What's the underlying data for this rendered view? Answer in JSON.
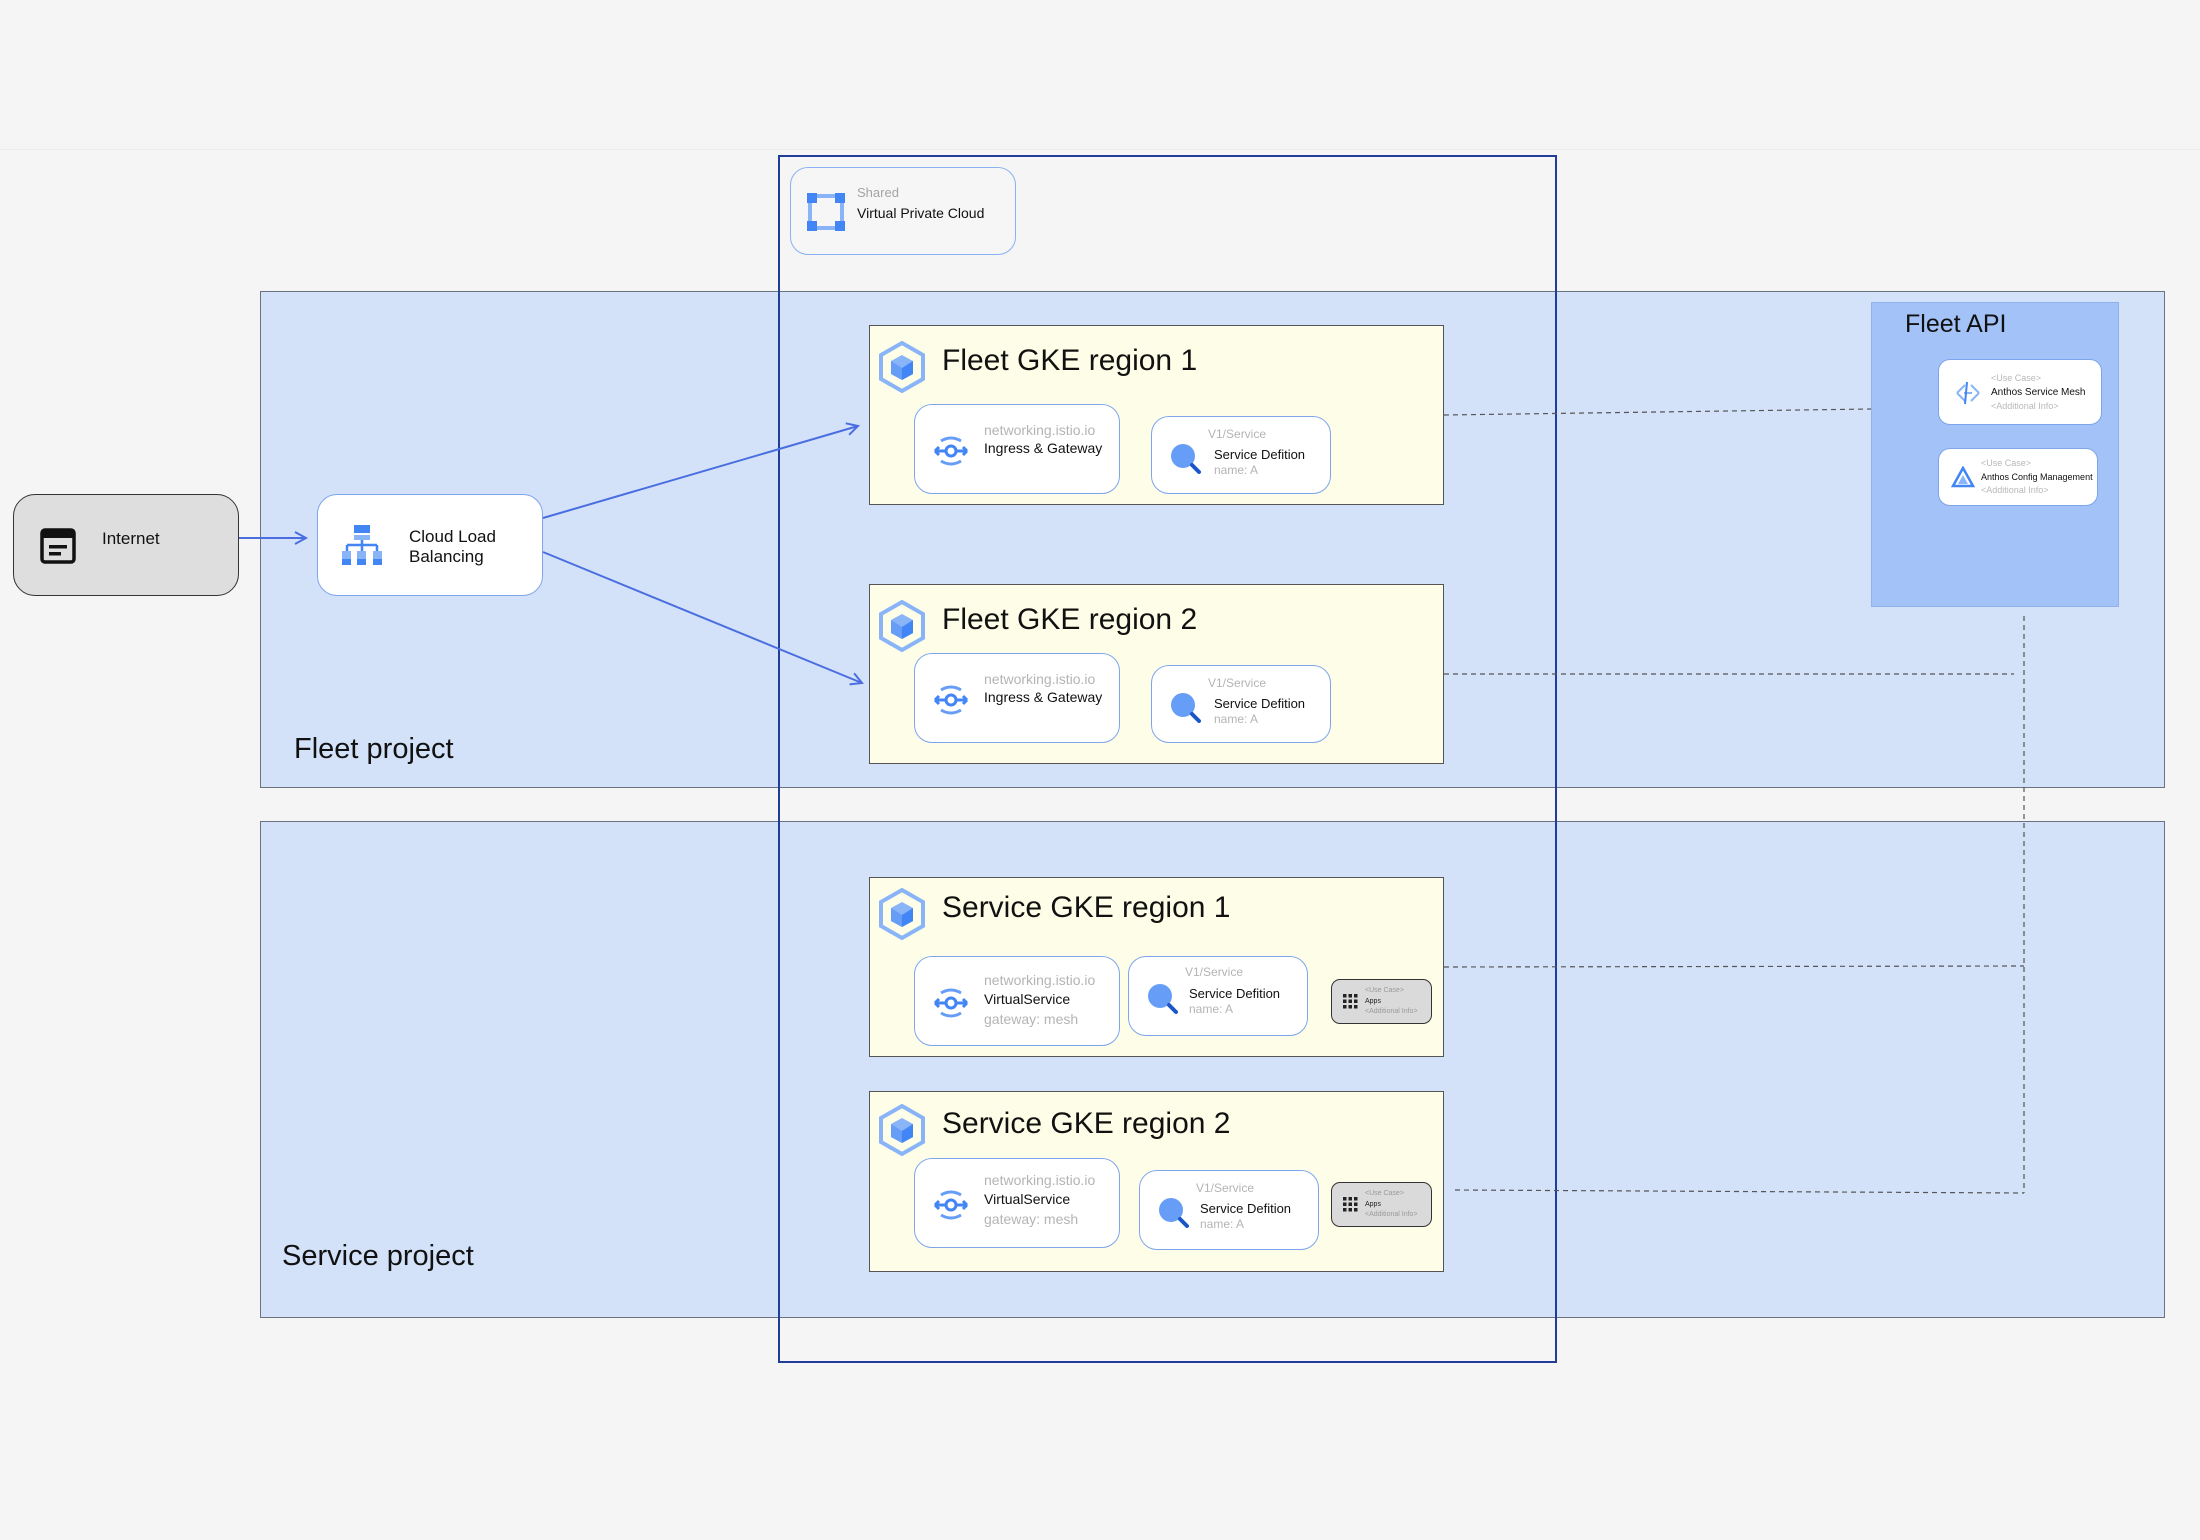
{
  "internet": {
    "label": "Internet",
    "icon": "browser-window-icon"
  },
  "load_balancer": {
    "line1": "Cloud Load",
    "line2": "Balancing",
    "icon": "load-balancing-icon"
  },
  "vpc": {
    "subtitle": "Shared",
    "title": "Virtual Private Cloud",
    "icon": "vpc-icon"
  },
  "fleet_project": {
    "label": "Fleet project",
    "regions": [
      {
        "title": "Fleet GKE region 1",
        "ingress": {
          "api": "networking.istio.io",
          "name": "Ingress & Gateway"
        },
        "service": {
          "api": "V1/Service",
          "name": "Service Defition",
          "detail": "name: A"
        }
      },
      {
        "title": "Fleet GKE region 2",
        "ingress": {
          "api": "networking.istio.io",
          "name": "Ingress & Gateway"
        },
        "service": {
          "api": "V1/Service",
          "name": "Service Defition",
          "detail": "name: A"
        }
      }
    ]
  },
  "service_project": {
    "label": "Service project",
    "regions": [
      {
        "title": "Service GKE region 1",
        "virtual_service": {
          "api": "networking.istio.io",
          "name": "VirtualService",
          "detail": "gateway: mesh"
        },
        "service": {
          "api": "V1/Service",
          "name": "Service Defition",
          "detail": "name: A"
        },
        "apps": {
          "use_case": "<Use Case>",
          "name": "Apps",
          "info": "<Additional Info>"
        }
      },
      {
        "title": "Service GKE region 2",
        "virtual_service": {
          "api": "networking.istio.io",
          "name": "VirtualService",
          "detail": "gateway: mesh"
        },
        "service": {
          "api": "V1/Service",
          "name": "Service Defition",
          "detail": "name: A"
        },
        "apps": {
          "use_case": "<Use Case>",
          "name": "Apps",
          "info": "<Additional Info>"
        }
      }
    ]
  },
  "fleet_api": {
    "title": "Fleet API",
    "items": [
      {
        "use_case": "<Use Case>",
        "name": "Anthos Service Mesh",
        "info": "<Additional Info>",
        "icon": "service-mesh-icon"
      },
      {
        "use_case": "<Use Case>",
        "name": "Anthos Config Management",
        "info": "<Additional Info>",
        "icon": "config-management-icon"
      }
    ]
  },
  "colors": {
    "project_fill": "#d3e2f9",
    "region_fill": "#fefee8",
    "vpc_border": "#1f3d99",
    "arrow": "#4a6ee0",
    "fleet_api_fill": "#a3c2f7",
    "icon_blue": "#4285f4"
  }
}
